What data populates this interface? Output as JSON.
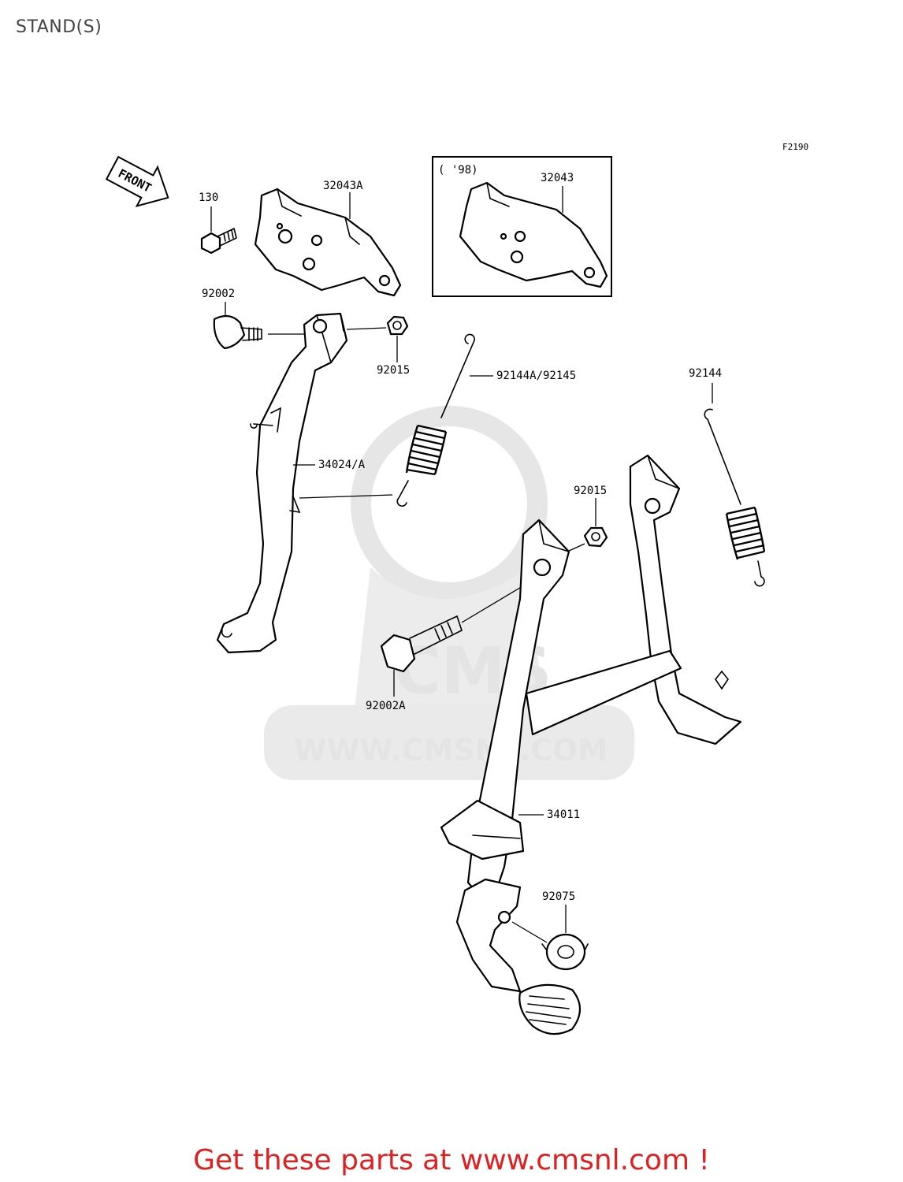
{
  "page": {
    "title": "STAND(S)"
  },
  "figure_code": "F2190",
  "front_arrow": "FRONT",
  "inset": {
    "label": "( '98)",
    "part": "32043"
  },
  "parts": {
    "p130": "130",
    "p32043A": "32043A",
    "p92002": "92002",
    "p92015_a": "92015",
    "p92144A": "92144A/92145",
    "p92144": "92144",
    "p34024": "34024/A",
    "p92015_b": "92015",
    "p92002A": "92002A",
    "p34011": "34011",
    "p92075": "92075"
  },
  "watermark": {
    "logo": "CMS",
    "url": "WWW.CMSNL.COM"
  },
  "promo": "Get these parts at www.cmsnl.com !",
  "colors": {
    "promo": "#e02020",
    "watermark": "#e4e4e4",
    "title": "#444444"
  }
}
